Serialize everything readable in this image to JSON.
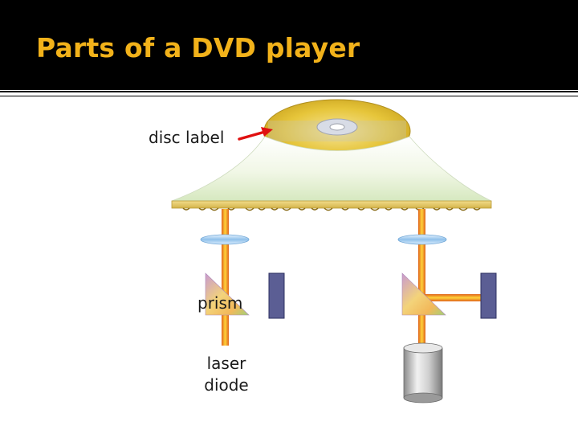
{
  "slide": {
    "title": "Parts of a DVD player"
  },
  "labels": {
    "disc": "disc label",
    "prism": "prism",
    "laser_line1": "laser",
    "laser_line2": "diode"
  },
  "colors": {
    "title_background": "#000000",
    "title_text": "#f2b21a",
    "beam": "#f08a1c",
    "detector": "#5b5e94",
    "arrow": "#e01010",
    "disc": "#e6c53a"
  }
}
